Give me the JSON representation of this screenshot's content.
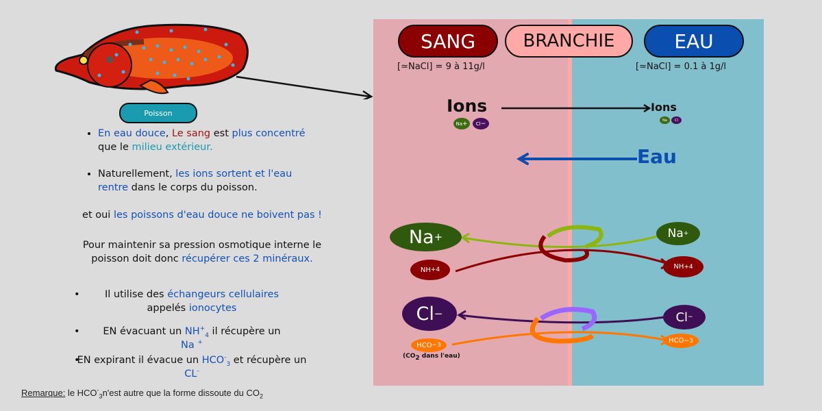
{
  "fish": {
    "label": "Poisson"
  },
  "left": {
    "p1": {
      "a": "En eau douce",
      "b": ", ",
      "c": "Le sang",
      "d": " est  ",
      "e": "plus",
      "f": "concentré",
      "g": " que le ",
      "h": "milieu extérieur."
    },
    "p2": {
      "a": "Naturellement, ",
      "b": "les ions sortent et",
      "c": "l'eau rentre",
      "d": " dans le corps du poisson."
    },
    "p3": {
      "a": "et oui ",
      "b": "les poissons d'eau douce ne boivent pas !"
    },
    "p4": {
      "a": "Pour maintenir sa pression osmotique interne le poisson doit donc ",
      "b": "récupérer ces 2 minéraux."
    },
    "p5": {
      "a": "Il utilise  des ",
      "b": "échangeurs cellulaires",
      "c": "appelés ",
      "d": "ionocytes"
    },
    "p6": {
      "a": "EN évacuant un ",
      "b": "NH",
      "b_sub": "4",
      "b_sup": "+",
      "c": "  il récupère un ",
      "d": "Na",
      "d_sup": "+"
    },
    "p7": {
      "a": "EN expirant il évacue un ",
      "b": "HCO",
      "b_sub": "3",
      "b_sup": "-",
      "c": "  et récupère un ",
      "d": "CL",
      "d_sup": "-"
    },
    "remark": {
      "label": "Remarque:",
      "a": " le HCO",
      "a_sub": "3",
      "a_sup": "-",
      "b": "n'est autre que la forme dissoute du CO",
      "b_sub": "2"
    }
  },
  "diagram": {
    "sang": {
      "label": "SANG",
      "conc": "[≃NaCl] = 9 à 11g/l",
      "color": "#8b0000",
      "bg": "#e3a9b0"
    },
    "branchie": {
      "label": "BRANCHIE",
      "color": "#ffa8a8"
    },
    "eau": {
      "label": "EAU",
      "conc": "[≃NaCl] = 0.1 à 1g/l",
      "color": "#0a4fb0",
      "bg": "#82bfcc"
    },
    "ions_left": "Ions",
    "ions_right": "Ions",
    "eau_label": "Eau",
    "small_na": "Na",
    "small_na_sup": "+",
    "small_cl": "Cl",
    "small_cl_sup": "−",
    "na_left": "Na",
    "na_sup": "+",
    "nh4_left": "NH",
    "nh4_sub": "4",
    "nh4_sup": "+",
    "na_right": "Na",
    "nh4_right": "NH",
    "cl_left": "Cl",
    "cl_sup": "−",
    "hco3_left": "HCO",
    "hco3_sub": "3",
    "hco3_sup": "−",
    "co2_note": "(CO",
    "co2_sub": "2",
    "co2_note_end": " dans l'eau)",
    "cl_right": "Cl",
    "hco3_right": "HCO"
  }
}
